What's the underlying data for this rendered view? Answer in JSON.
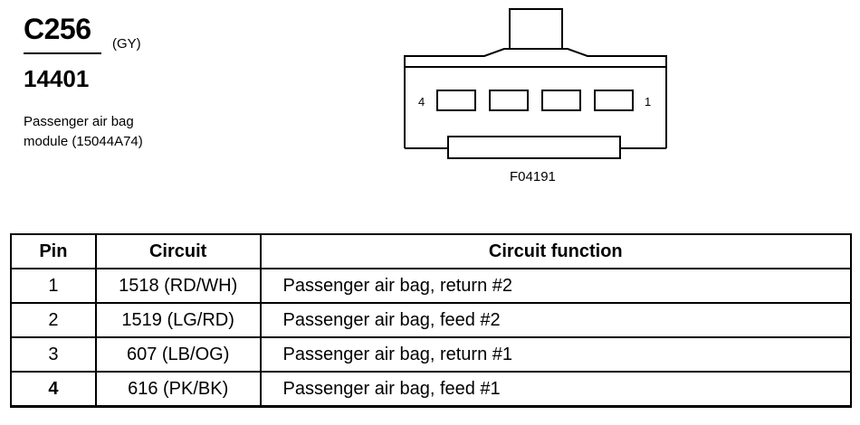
{
  "connector": {
    "id": "C256",
    "color": "(GY)",
    "part_number": "14401",
    "description_lines": [
      "Passenger air bag",
      "module (15044A74)"
    ]
  },
  "diagram": {
    "left_pin_label": "4",
    "right_pin_label": "1",
    "figure_code": "F04191"
  },
  "table": {
    "headers": [
      "Pin",
      "Circuit",
      "Circuit function"
    ],
    "rows": [
      {
        "pin": "1",
        "circuit": "1518 (RD/WH)",
        "function": "Passenger air bag, return #2"
      },
      {
        "pin": "2",
        "circuit": "1519 (LG/RD)",
        "function": "Passenger air bag, feed #2"
      },
      {
        "pin": "3",
        "circuit": "607 (LB/OG)",
        "function": "Passenger air bag, return #1"
      },
      {
        "pin": "4",
        "circuit": "616 (PK/BK)",
        "function": "Passenger air bag, feed #1"
      }
    ]
  }
}
